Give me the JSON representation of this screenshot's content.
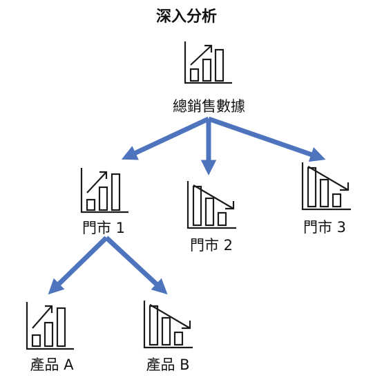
{
  "title": "深入分析",
  "root": {
    "label": "總銷售數據",
    "icon": "chart-up-icon"
  },
  "stores": [
    {
      "label": "門市 1",
      "icon": "chart-up-icon"
    },
    {
      "label": "門市 2",
      "icon": "chart-down-icon"
    },
    {
      "label": "門市 3",
      "icon": "chart-down-icon"
    }
  ],
  "products": [
    {
      "label": "產品 A",
      "icon": "chart-up-icon"
    },
    {
      "label": "產品 B",
      "icon": "chart-down-icon"
    }
  ],
  "colors": {
    "arrow": "#4f74be",
    "icon_stroke": "#1a1a1a"
  }
}
